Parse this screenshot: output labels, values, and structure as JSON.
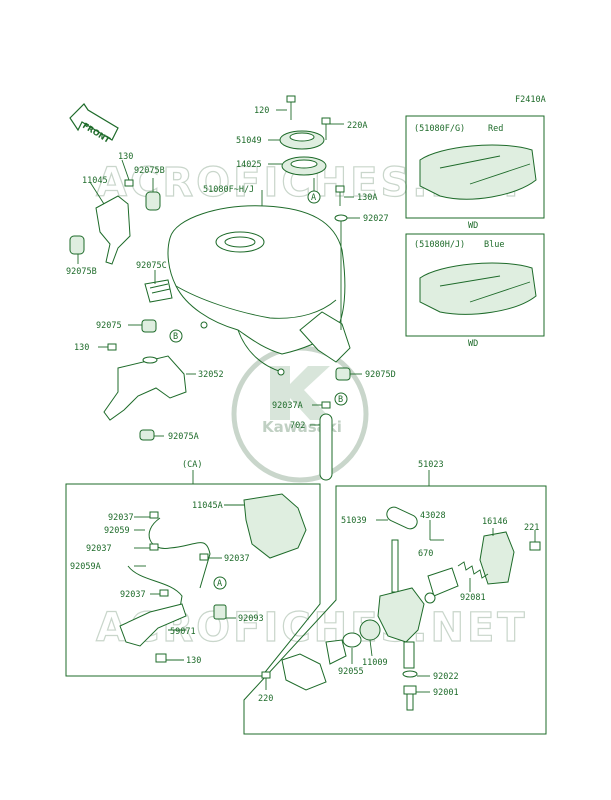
{
  "diagram_code": "F2410A",
  "front_label": "FRONT",
  "watermark": "ACROFICHES.NET",
  "logo_text": "Kawasaki",
  "panel_ca_label": "(CA)",
  "colors": {
    "line": "#1e6b2a",
    "watermark": "#c9d6cb"
  },
  "tank_variants": [
    {
      "code": "(51080F/G)",
      "color": "Red",
      "note": "WD"
    },
    {
      "code": "(51080H/J)",
      "color": "Blue",
      "note": "WD"
    }
  ],
  "labels": {
    "l120": "120",
    "l51049": "51049",
    "l14025": "14025",
    "l220A": "220A",
    "lA_top": "A",
    "l130A": "130A",
    "l51080": "51080F~H/J",
    "l92027": "92027",
    "l130_tl": "130",
    "l11045": "11045",
    "l92075B_t": "92075B",
    "l92075B_b": "92075B",
    "l92075C": "92075C",
    "l92075": "92075",
    "lB_left": "B",
    "l130_left": "130",
    "l32052": "32052",
    "l92075A": "92075A",
    "l92075D": "92075D",
    "l92037A": "92037A",
    "lB_mid": "B",
    "l702": "702",
    "l51023": "51023",
    "l11045A": "11045A",
    "l92037_a": "92037",
    "l92059": "92059",
    "l92037_b": "92037",
    "l92059A": "92059A",
    "l92037_c": "92037",
    "l92037_d": "92037",
    "lA_ca": "A",
    "l92093": "92093",
    "l59071": "59071",
    "l130_ca": "130",
    "l51039": "51039",
    "l43028": "43028",
    "l16146": "16146",
    "l221": "221",
    "l670": "670",
    "l92081": "92081",
    "l11009": "11009",
    "l92055": "92055",
    "l92022": "92022",
    "l220": "220",
    "l92001": "92001"
  }
}
